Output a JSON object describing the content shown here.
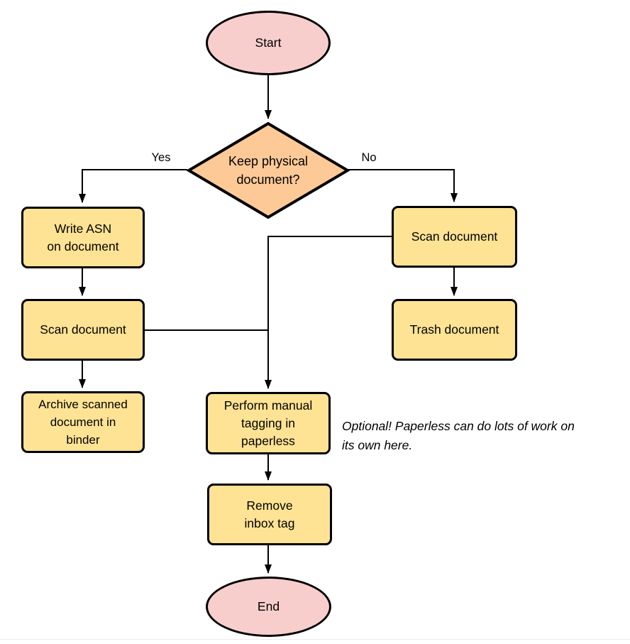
{
  "flowchart": {
    "nodes": {
      "start": {
        "label": "Start"
      },
      "decision": {
        "label": "Keep physical\ndocument?"
      },
      "write_asn": {
        "label": "Write ASN\non document"
      },
      "scan_left": {
        "label": "Scan document"
      },
      "archive": {
        "label": "Archive scanned\ndocument in\nbinder"
      },
      "scan_right": {
        "label": "Scan document"
      },
      "trash": {
        "label": "Trash document"
      },
      "tagging": {
        "label": "Perform manual\ntagging in\npaperless"
      },
      "remove_inbox": {
        "label": "Remove\ninbox tag"
      },
      "end": {
        "label": "End"
      }
    },
    "edge_labels": {
      "yes": "Yes",
      "no": "No"
    },
    "annotation": "Optional! Paperless can do lots of work on\nits own here.",
    "colors": {
      "terminal_fill": "#f8cecc",
      "decision_fill": "#fdca97",
      "process_fill": "#ffe394",
      "stroke": "#000000",
      "background": "#ffffff"
    }
  }
}
